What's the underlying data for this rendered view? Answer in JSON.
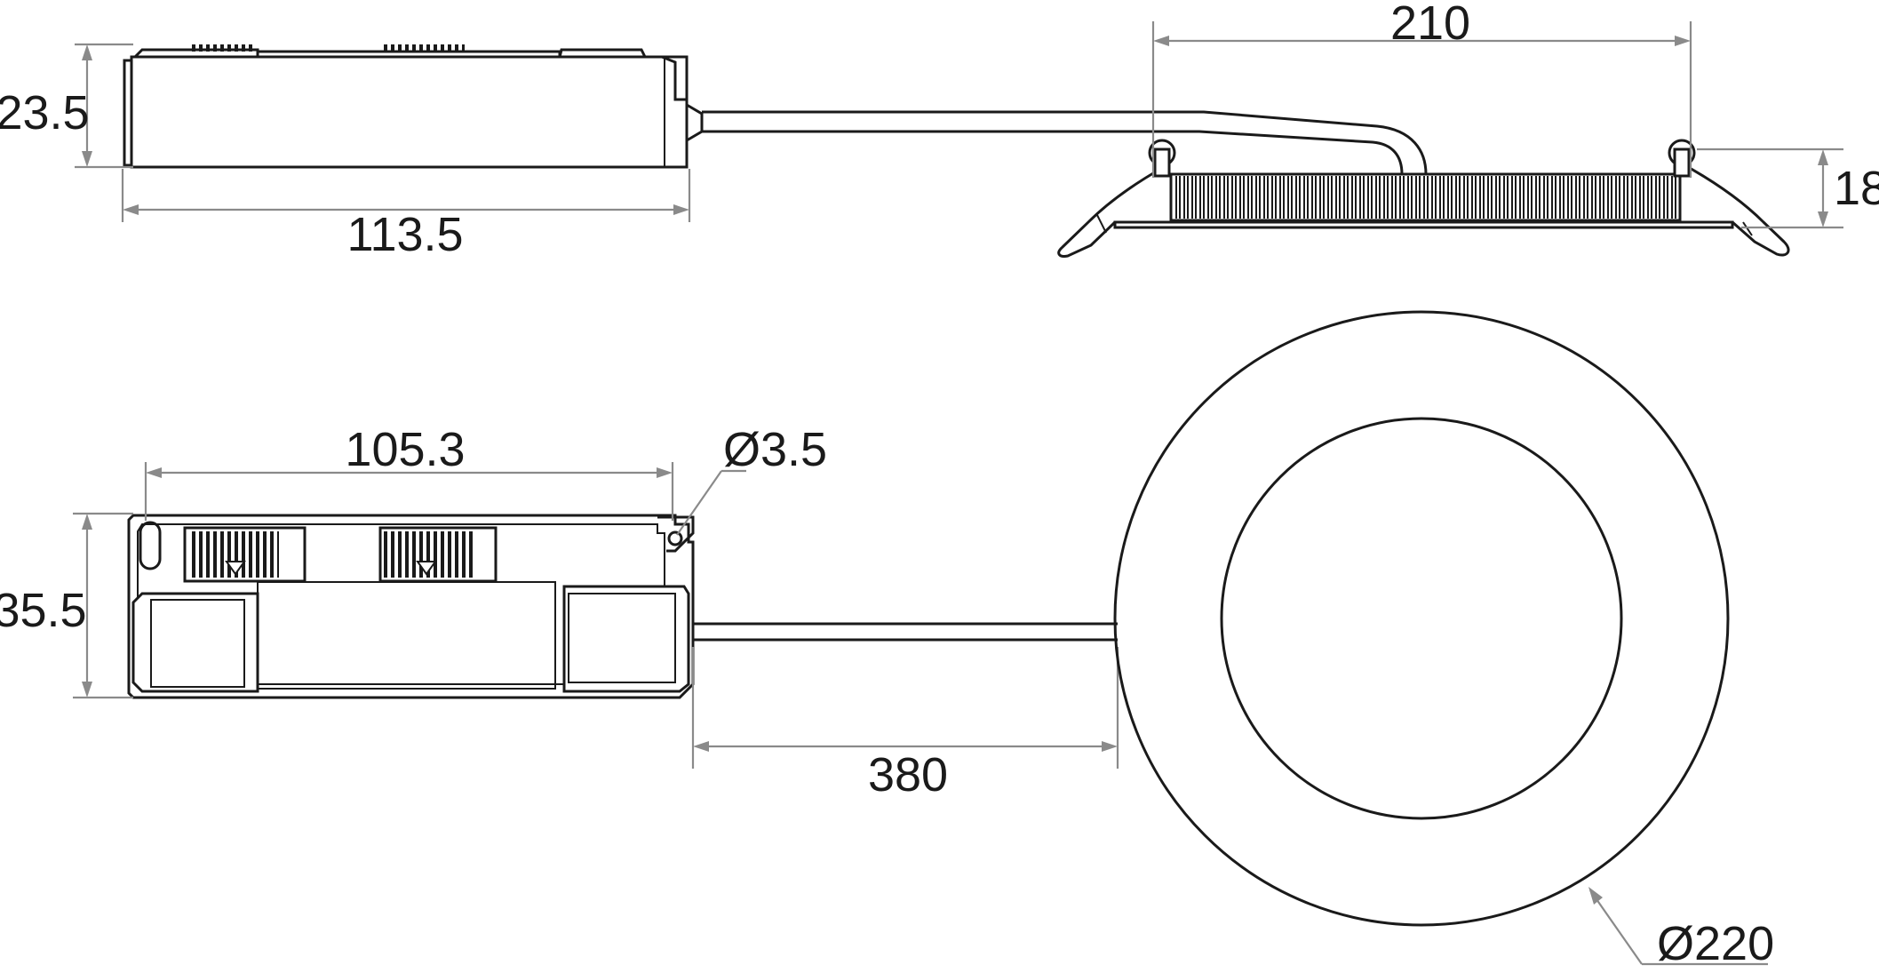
{
  "drawing": {
    "dimensions": {
      "driver_side_height": "23.5",
      "driver_side_width": "113.5",
      "driver_top_width": "105.3",
      "mount_hole_diameter": "Ø3.5",
      "driver_top_height": "35.5",
      "cable_length": "380",
      "lamp_width": "210",
      "lamp_height": "18",
      "lamp_diameter": "Ø220"
    }
  }
}
